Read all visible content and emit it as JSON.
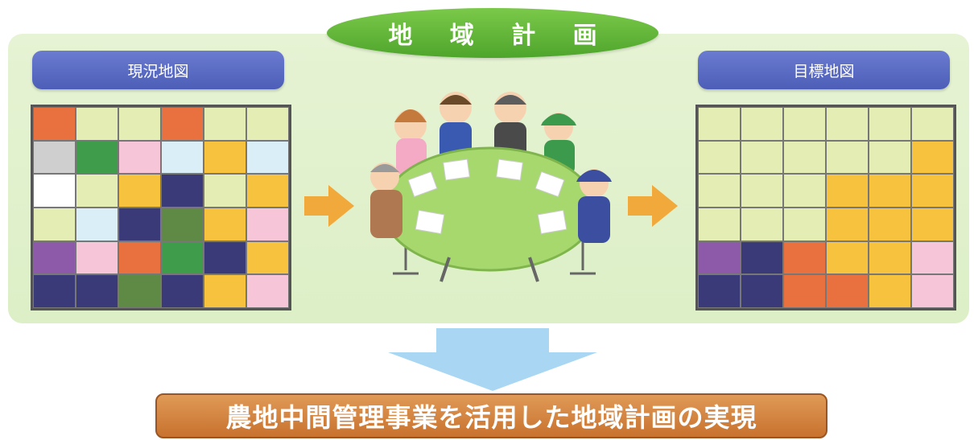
{
  "top_label": "地 域 計 画",
  "left_label": "現況地図",
  "right_label": "目標地図",
  "bottom_banner": "農地中間管理事業を活用した地域計画の実現",
  "colors": {
    "panel": "#dcefc6",
    "top_oval": "#5aaf33",
    "label_pill": "#5566c0",
    "arrow_orange": "#f2a93b",
    "down_arrow": "#a9d6f2",
    "banner": "#d5843f"
  },
  "icons": [
    "right-arrow-icon",
    "right-arrow-icon",
    "down-arrow-icon",
    "meeting-people-illustration"
  ],
  "current_map": [
    [
      "orange",
      "lightgreen",
      "lightgreen",
      "orange",
      "lightgreen",
      "lightgreen"
    ],
    [
      "gray",
      "green",
      "pink",
      "lightblue",
      "yellow",
      "lightblue"
    ],
    [
      "white",
      "lightgreen",
      "yellow",
      "navy",
      "lightgreen",
      "yellow"
    ],
    [
      "lightgreen",
      "lightblue",
      "navy",
      "darkgreen",
      "yellow",
      "pink"
    ],
    [
      "purple",
      "pink",
      "orange",
      "green",
      "navy",
      "yellow"
    ],
    [
      "navy",
      "navy",
      "darkgreen",
      "navy",
      "yellow",
      "pink"
    ]
  ],
  "target_map": [
    [
      "lightgreen",
      "lightgreen",
      "lightgreen",
      "lightgreen",
      "lightgreen",
      "lightgreen"
    ],
    [
      "lightgreen",
      "lightgreen",
      "lightgreen",
      "lightgreen",
      "lightgreen",
      "yellow"
    ],
    [
      "lightgreen",
      "lightgreen",
      "lightgreen",
      "yellow",
      "yellow",
      "yellow"
    ],
    [
      "lightgreen",
      "lightgreen",
      "lightgreen",
      "yellow",
      "yellow",
      "yellow"
    ],
    [
      "purple",
      "navy",
      "orange",
      "yellow",
      "yellow",
      "pink"
    ],
    [
      "navy",
      "navy",
      "orange",
      "orange",
      "yellow",
      "pink"
    ]
  ],
  "palette": {
    "orange": "#e8713f",
    "lightgreen": "#e4eeb4",
    "green": "#3e9c4b",
    "darkgreen": "#5e8a45",
    "gray": "#cfcfcf",
    "pink": "#f6c6d8",
    "lightblue": "#d9eef7",
    "yellow": "#f7c33f",
    "navy": "#3b3a78",
    "white": "#ffffff",
    "purple": "#8c5aa8"
  }
}
